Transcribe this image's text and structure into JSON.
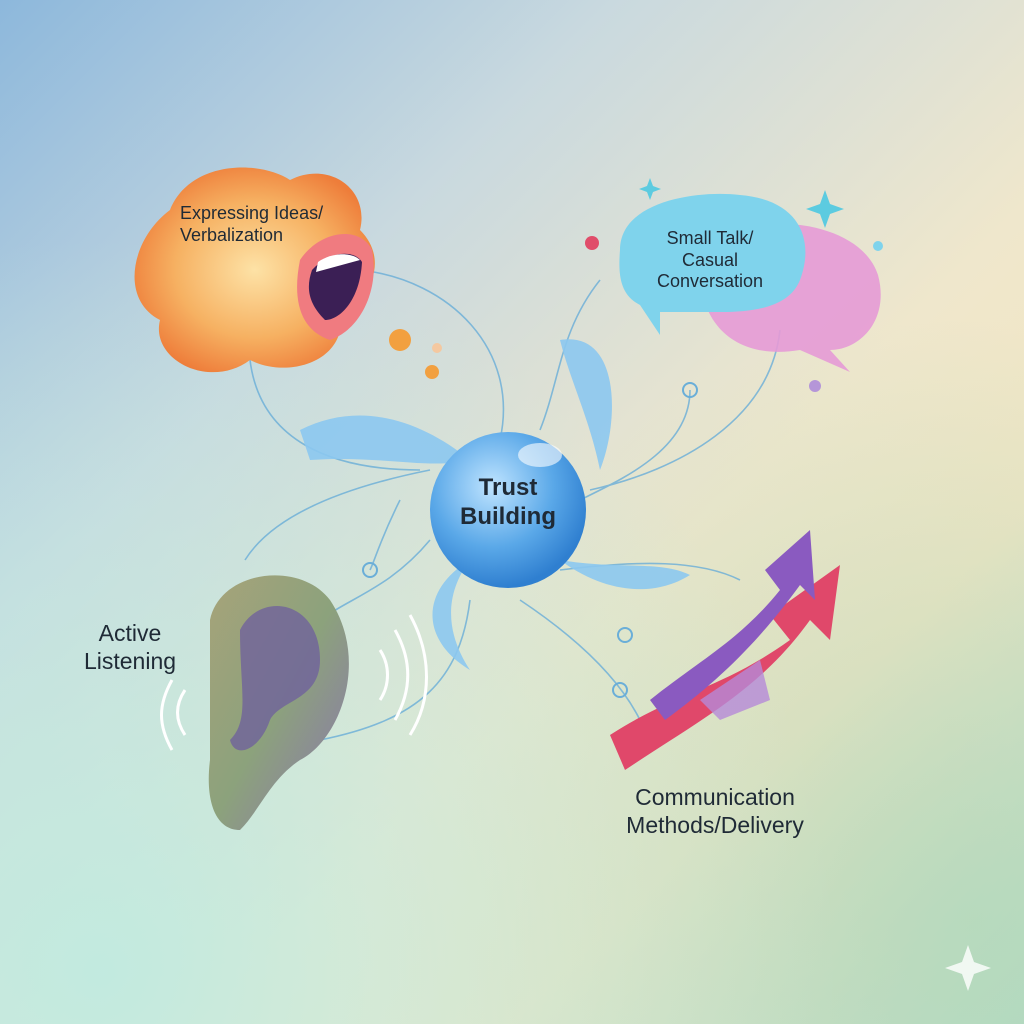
{
  "center": {
    "label_line1": "Trust",
    "label_line2": "Building"
  },
  "nodes": {
    "expressing": {
      "line1": "Expressing Ideas/",
      "line2": "Verbalization"
    },
    "small_talk": {
      "line1": "Small Talk/",
      "line2": "Casual",
      "line3": "Conversation"
    },
    "active_listening": {
      "line1": "Active",
      "line2": "Listening"
    },
    "communication": {
      "line1": "Communication",
      "line2": "Methods/Delivery"
    }
  },
  "colors": {
    "center": "#5aa8e8",
    "fire": "#f29a4a",
    "bubble_blue": "#7fd3ec",
    "bubble_pink": "#e59ad6",
    "arrow_purple": "#8a5ac0",
    "arrow_red": "#e0486a",
    "ear": "#8aa07a"
  }
}
